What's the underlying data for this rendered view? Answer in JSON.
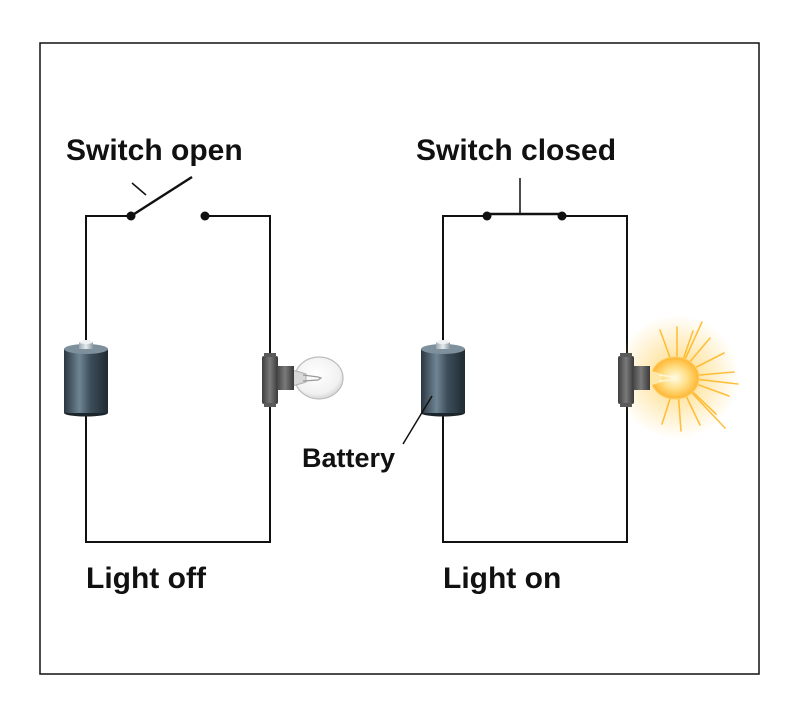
{
  "labels": {
    "switch_open": "Switch open",
    "switch_closed": "Switch closed",
    "battery": "Battery",
    "light_off": "Light off",
    "light_on": "Light on"
  },
  "circuits": [
    {
      "switch_state": "open",
      "bulb_lit": false
    },
    {
      "switch_state": "closed",
      "bulb_lit": true
    }
  ],
  "colors": {
    "wire": "#111111",
    "battery_body": "#3a4a55",
    "bulb_socket": "#555555",
    "glow": "#ffc53a"
  }
}
